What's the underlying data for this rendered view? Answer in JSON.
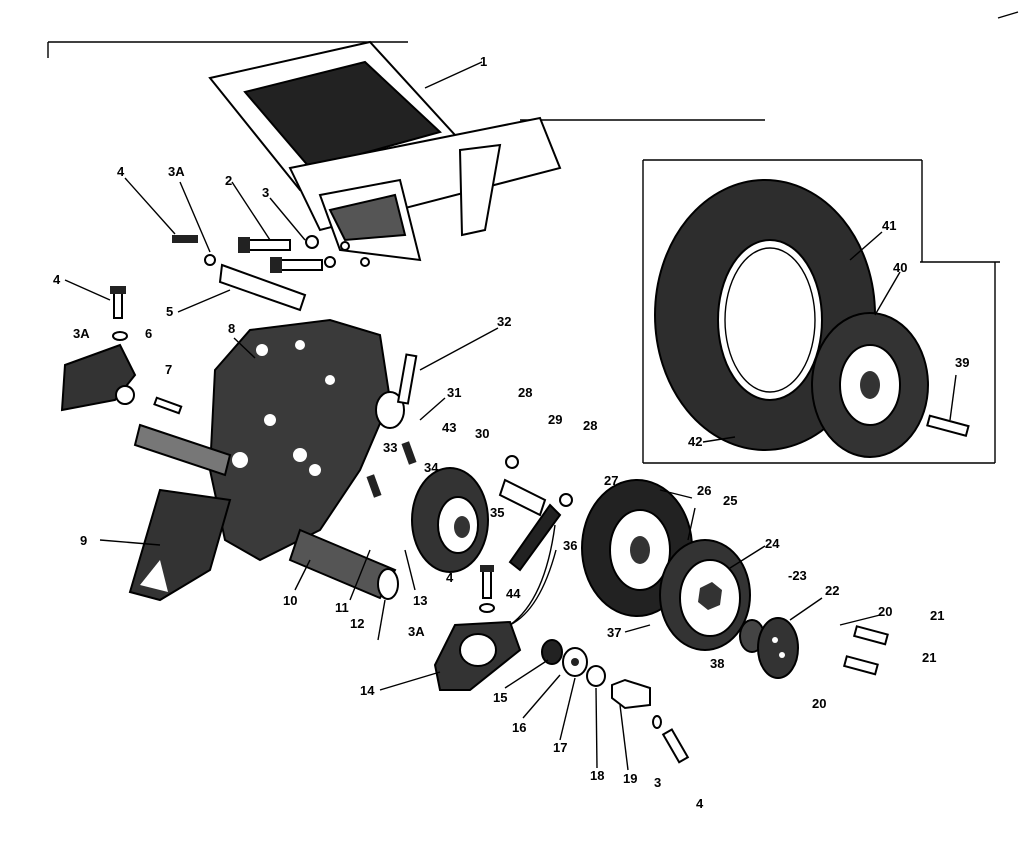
{
  "callouts": [
    {
      "id": "1",
      "text": "1"
    },
    {
      "id": "2",
      "text": "2"
    },
    {
      "id": "3a",
      "text": "3"
    },
    {
      "id": "3A-a",
      "text": "3A"
    },
    {
      "id": "4a",
      "text": "4"
    },
    {
      "id": "4b",
      "text": "4"
    },
    {
      "id": "3A-b",
      "text": "3A"
    },
    {
      "id": "5",
      "text": "5"
    },
    {
      "id": "6",
      "text": "6"
    },
    {
      "id": "7",
      "text": "7"
    },
    {
      "id": "8",
      "text": "8"
    },
    {
      "id": "9",
      "text": "9"
    },
    {
      "id": "10",
      "text": "10"
    },
    {
      "id": "11",
      "text": "11"
    },
    {
      "id": "12",
      "text": "12"
    },
    {
      "id": "13",
      "text": "13"
    },
    {
      "id": "14",
      "text": "14"
    },
    {
      "id": "15",
      "text": "15"
    },
    {
      "id": "16",
      "text": "16"
    },
    {
      "id": "17",
      "text": "17"
    },
    {
      "id": "18",
      "text": "18"
    },
    {
      "id": "19",
      "text": "19"
    },
    {
      "id": "3b",
      "text": "3"
    },
    {
      "id": "4c",
      "text": "4"
    },
    {
      "id": "4d",
      "text": "4"
    },
    {
      "id": "3A-c",
      "text": "3A"
    },
    {
      "id": "20a",
      "text": "20"
    },
    {
      "id": "20b",
      "text": "20"
    },
    {
      "id": "21a",
      "text": "21"
    },
    {
      "id": "21b",
      "text": "21"
    },
    {
      "id": "22",
      "text": "22"
    },
    {
      "id": "23",
      "text": "-23"
    },
    {
      "id": "24",
      "text": "24"
    },
    {
      "id": "25",
      "text": "25"
    },
    {
      "id": "26",
      "text": "26"
    },
    {
      "id": "27",
      "text": "27"
    },
    {
      "id": "28a",
      "text": "28"
    },
    {
      "id": "28b",
      "text": "28"
    },
    {
      "id": "29",
      "text": "29"
    },
    {
      "id": "30",
      "text": "30"
    },
    {
      "id": "31",
      "text": "31"
    },
    {
      "id": "32",
      "text": "32"
    },
    {
      "id": "33",
      "text": "33"
    },
    {
      "id": "34",
      "text": "34"
    },
    {
      "id": "35",
      "text": "35"
    },
    {
      "id": "36",
      "text": "36"
    },
    {
      "id": "37",
      "text": "37"
    },
    {
      "id": "38",
      "text": "38"
    },
    {
      "id": "39",
      "text": "39"
    },
    {
      "id": "40",
      "text": "40"
    },
    {
      "id": "41",
      "text": "41"
    },
    {
      "id": "42",
      "text": "42"
    },
    {
      "id": "43",
      "text": "43"
    },
    {
      "id": "44",
      "text": "44"
    }
  ]
}
